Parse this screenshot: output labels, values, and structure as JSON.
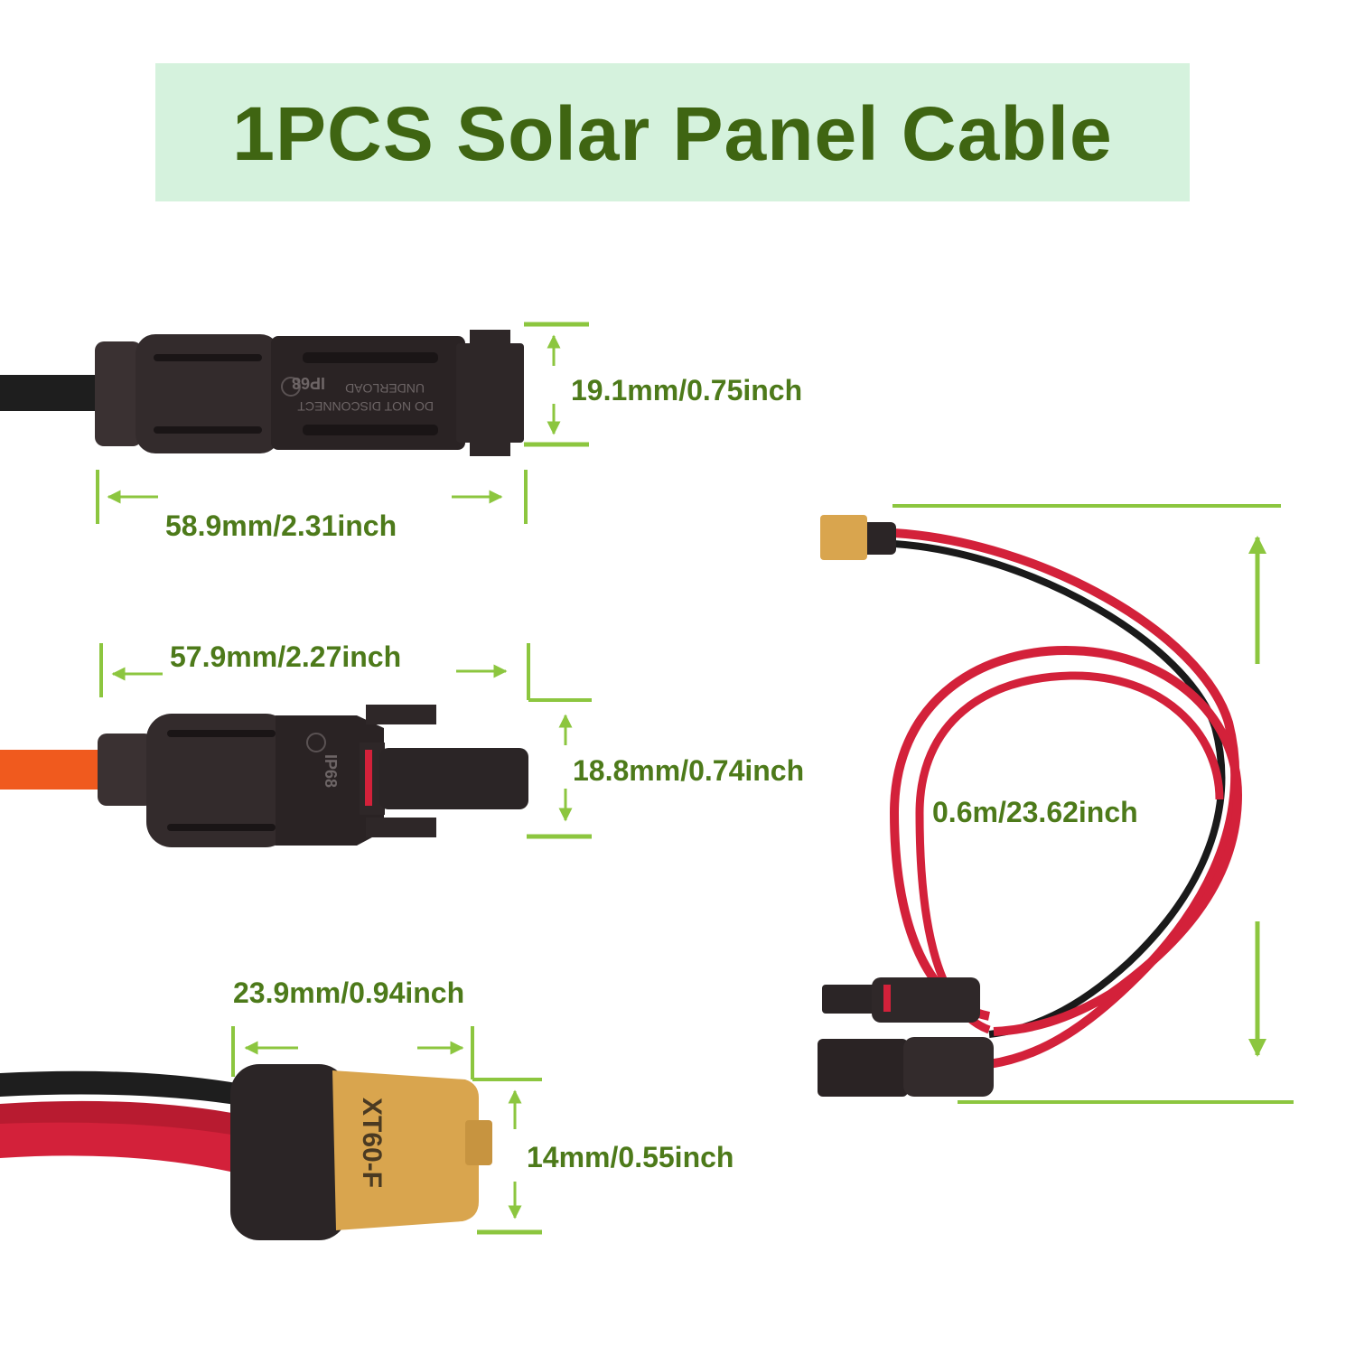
{
  "title": "1PCS Solar Panel Cable",
  "colors": {
    "banner_bg": "#d5f2dd",
    "title": "#3f6512",
    "dimension_text": "#4d7a1a",
    "dimension_line": "#8cc63f",
    "cable_red": "#d3213a",
    "cable_black": "#1a1a1a",
    "cable_orange": "#f05a1e",
    "xt60_yellow": "#d9a54e",
    "connector_body": "#2b2526"
  },
  "male_connector": {
    "height": "19.1mm/0.75inch",
    "length": "58.9mm/2.31inch",
    "markings": [
      "IP68",
      "DO NOT DISCONNECT",
      "UNDERLOAD"
    ]
  },
  "female_connector": {
    "length": "57.9mm/2.27inch",
    "height": "18.8mm/0.74inch",
    "markings": [
      "IP68"
    ]
  },
  "xt60_connector": {
    "length": "23.9mm/0.94inch",
    "height": "14mm/0.55inch",
    "markings": [
      "XT60-F"
    ]
  },
  "cable_assembly": {
    "cable_length": "0.6m/23.62inch"
  },
  "icons": [
    "arrow-left-icon",
    "arrow-right-icon",
    "arrow-up-icon",
    "arrow-down-icon"
  ]
}
